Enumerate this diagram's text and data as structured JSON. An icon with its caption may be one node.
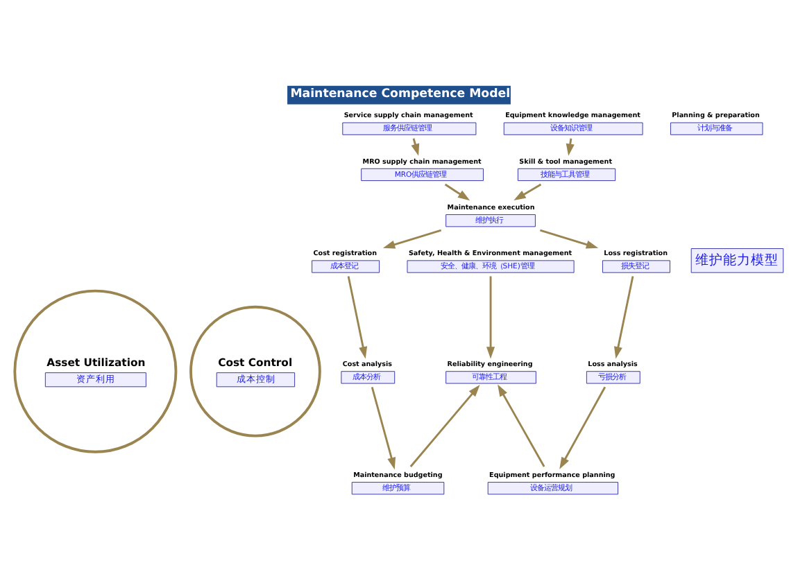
{
  "diagram": {
    "title": "Maintenance Competence Model",
    "nodes": [
      {
        "text": [
          "Asset Utilization",
          "资产利用"
        ]
      },
      {
        "text": [
          "Cost Control",
          "成本控制"
        ]
      },
      {
        "text": [
          "Equipment performance planning",
          "设备运营规划"
        ]
      },
      {
        "text": [
          "Loss analysis",
          "亏损分析"
        ]
      },
      {
        "text": [
          "Loss registration",
          "损失登记"
        ]
      },
      {
        "text": [
          "Reliability engineering",
          "可靠性工程"
        ]
      },
      {
        "text": [
          "Planning & preparation",
          "计划与准备"
        ]
      },
      {
        "text": [
          "Maintenance execution",
          "维护执行"
        ]
      },
      {
        "text": [
          "Maintenance budgeting",
          "维护预算"
        ]
      },
      {
        "text": [
          "Cost analysis",
          "成本分析"
        ]
      },
      {
        "text": [
          "Cost registration",
          "成本登记"
        ]
      },
      {
        "text": [
          "Safety, Health & Environment management",
          "安全、健康、环境（SHE)管理"
        ]
      },
      {
        "text": [
          "MRO supply chain management",
          "MRO供应链管理"
        ]
      },
      {
        "text": [
          "Service supply chain management",
          "服务供应链管理"
        ]
      },
      {
        "text": [
          "Skill & tool management",
          "技能与工具管理"
        ]
      },
      {
        "text": [
          "Equipment knowledge management",
          "设备知识管理"
        ]
      }
    ],
    "edges": [
      {
        "from": 3,
        "to": 2,
        "arrow": "to"
      },
      {
        "from": 2,
        "to": 5,
        "arrow": "to"
      },
      {
        "from": 7,
        "to": 4,
        "arrow": "to"
      },
      {
        "from": 4,
        "to": 3,
        "arrow": "to"
      },
      {
        "from": 9,
        "to": 8,
        "arrow": "to"
      },
      {
        "from": 8,
        "to": 5,
        "arrow": "to"
      },
      {
        "from": 7,
        "to": 10,
        "arrow": "to"
      },
      {
        "from": 10,
        "to": 9,
        "arrow": "to"
      },
      {
        "from": 11,
        "to": 5,
        "arrow": "to"
      },
      {
        "from": 13,
        "to": 12,
        "arrow": "to"
      },
      {
        "from": 15,
        "to": 14,
        "arrow": "to"
      },
      {
        "from": 12,
        "to": 7,
        "arrow": "to"
      },
      {
        "from": 14,
        "to": 7,
        "arrow": "to"
      }
    ],
    "labels": [
      "维护能力模型"
    ]
  }
}
